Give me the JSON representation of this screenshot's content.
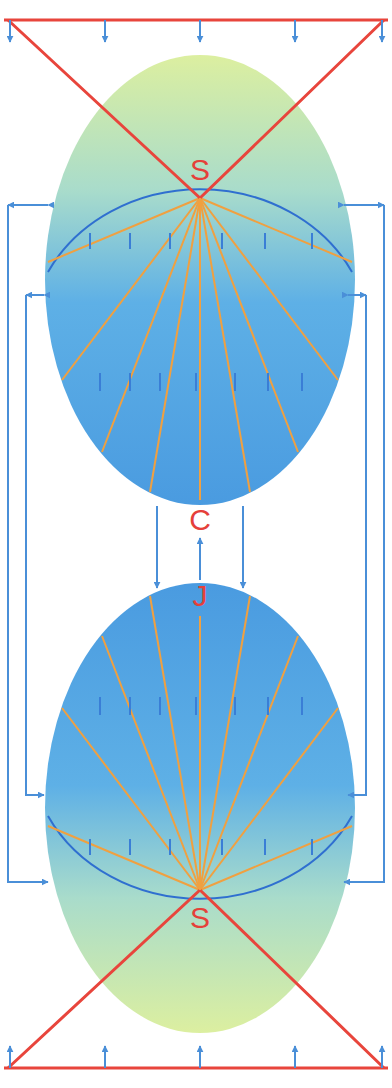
{
  "diagram": {
    "labels": [
      "S",
      "C",
      "J",
      "S"
    ]
  }
}
